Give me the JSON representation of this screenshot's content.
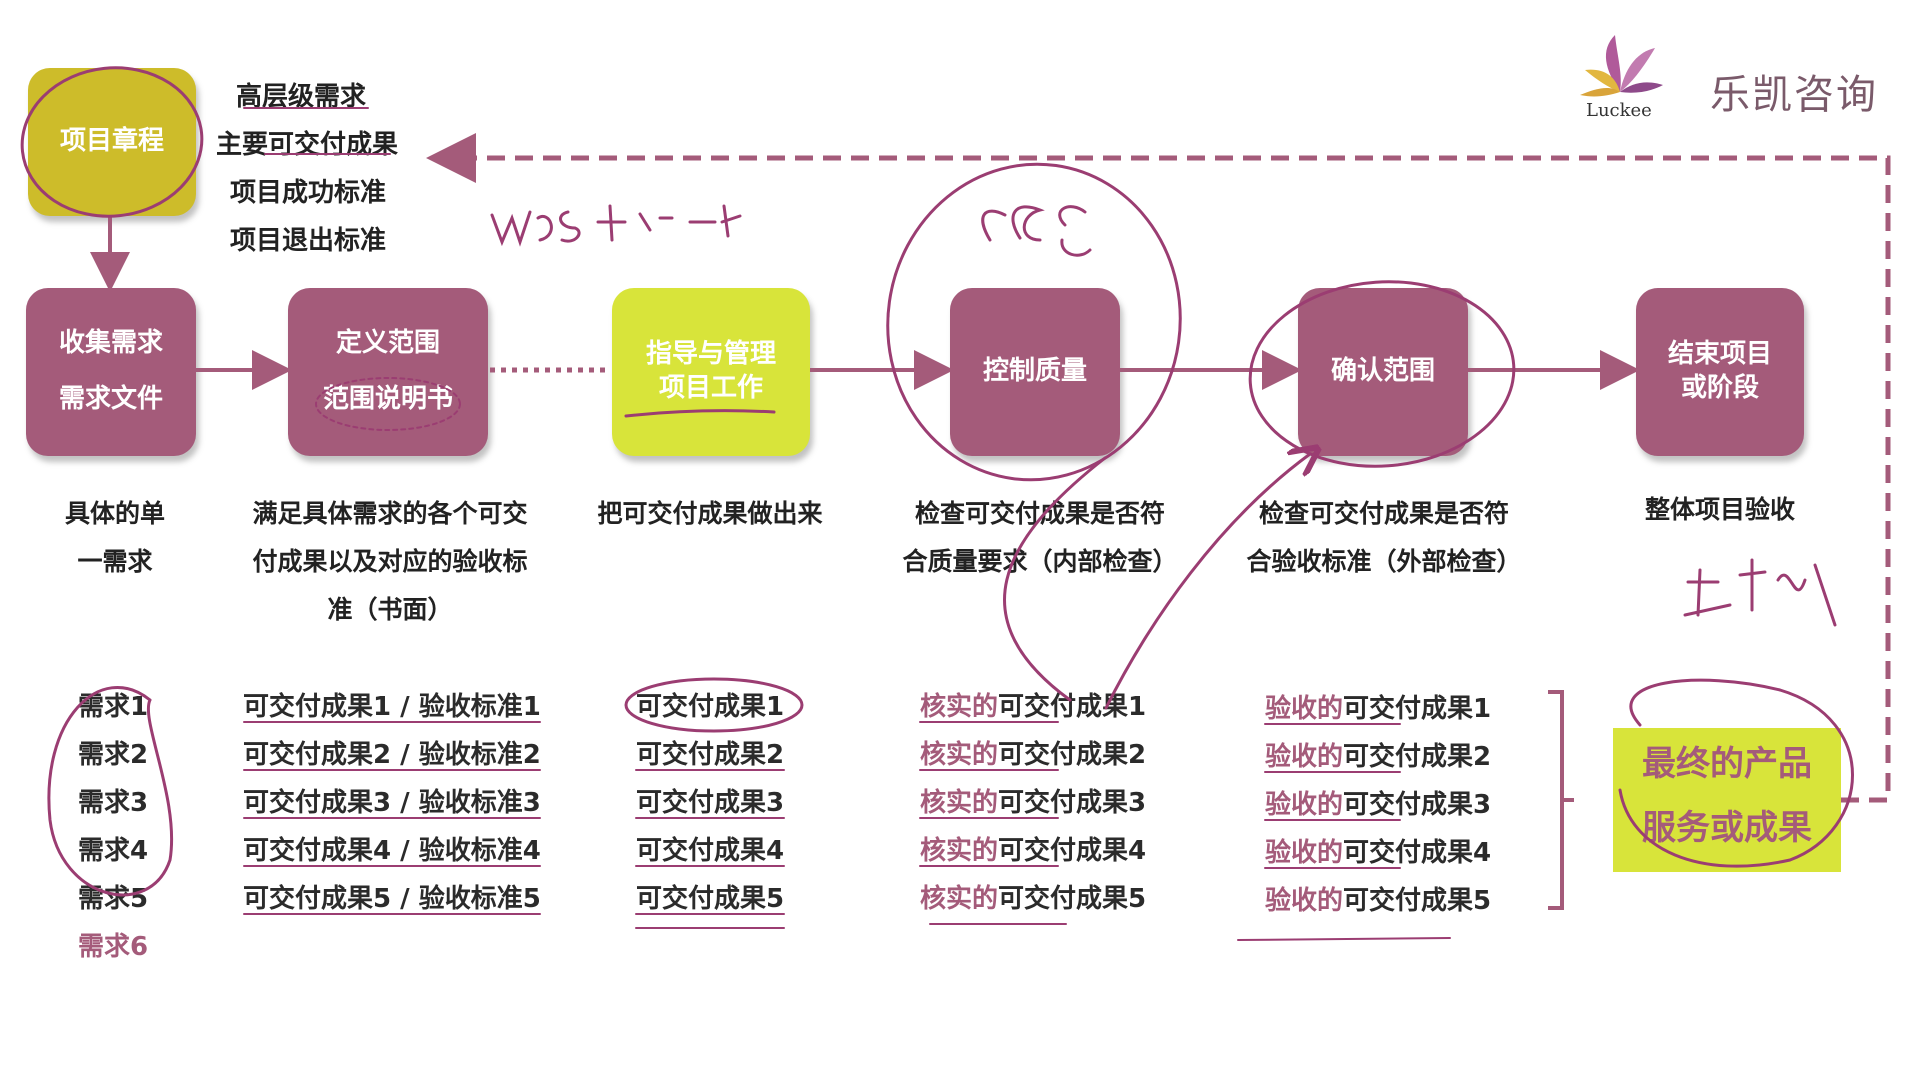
{
  "logo": {
    "name": "乐凯咨询",
    "sub": "Luckee"
  },
  "charter": {
    "box": "项目章程",
    "notes": [
      "高层级需求",
      "主要可交付成果",
      "项目成功标准",
      "项目退出标准"
    ]
  },
  "processes": [
    {
      "id": "collect",
      "line1": "收集需求",
      "line2": "需求文件",
      "desc": [
        "具体的单",
        "一需求"
      ]
    },
    {
      "id": "define",
      "line1": "定义范围",
      "line2": "范围说明书",
      "desc": [
        "满足具体需求的各个可交",
        "付成果以及对应的验收标",
        "准（书面）"
      ]
    },
    {
      "id": "direct",
      "line1": "指导与管理",
      "line2": "项目工作",
      "desc": [
        "把可交付成果做出来"
      ]
    },
    {
      "id": "control",
      "line1": "控制质量",
      "line2": "",
      "desc": [
        "检查可交付成果是否符",
        "合质量要求（内部检查）"
      ]
    },
    {
      "id": "validate",
      "line1": "确认范围",
      "line2": "",
      "desc": [
        "检查可交付成果是否符",
        "合验收标准（外部检查）"
      ]
    },
    {
      "id": "close",
      "line1": "结束项目",
      "line2": "或阶段",
      "desc": [
        "整体项目验收"
      ]
    }
  ],
  "lists": {
    "requirements": [
      "需求1",
      "需求2",
      "需求3",
      "需求4",
      "需求5",
      "需求6"
    ],
    "deliverables_criteria": [
      "可交付成果1 / 验收标准1",
      "可交付成果2 / 验收标准2",
      "可交付成果3 / 验收标准3",
      "可交付成果4 / 验收标准4",
      "可交付成果5 / 验收标准5"
    ],
    "deliverables": [
      "可交付成果1",
      "可交付成果2",
      "可交付成果3",
      "可交付成果4",
      "可交付成果5"
    ],
    "verified_prefix": "核实的",
    "verified": [
      "可交付成果1",
      "可交付成果2",
      "可交付成果3",
      "可交付成果4",
      "可交付成果5"
    ],
    "accepted_prefix": "验收的",
    "accepted": [
      "可交付成果1",
      "可交付成果2",
      "可交付成果3",
      "可交付成果4",
      "可交付成果5"
    ]
  },
  "final_result": [
    "最终的产品",
    "服务或成果"
  ],
  "colors": {
    "plum": "#a45b7a",
    "lime": "#d8e43a",
    "olive": "#cdbc2a",
    "ink": "#9b3d72"
  }
}
